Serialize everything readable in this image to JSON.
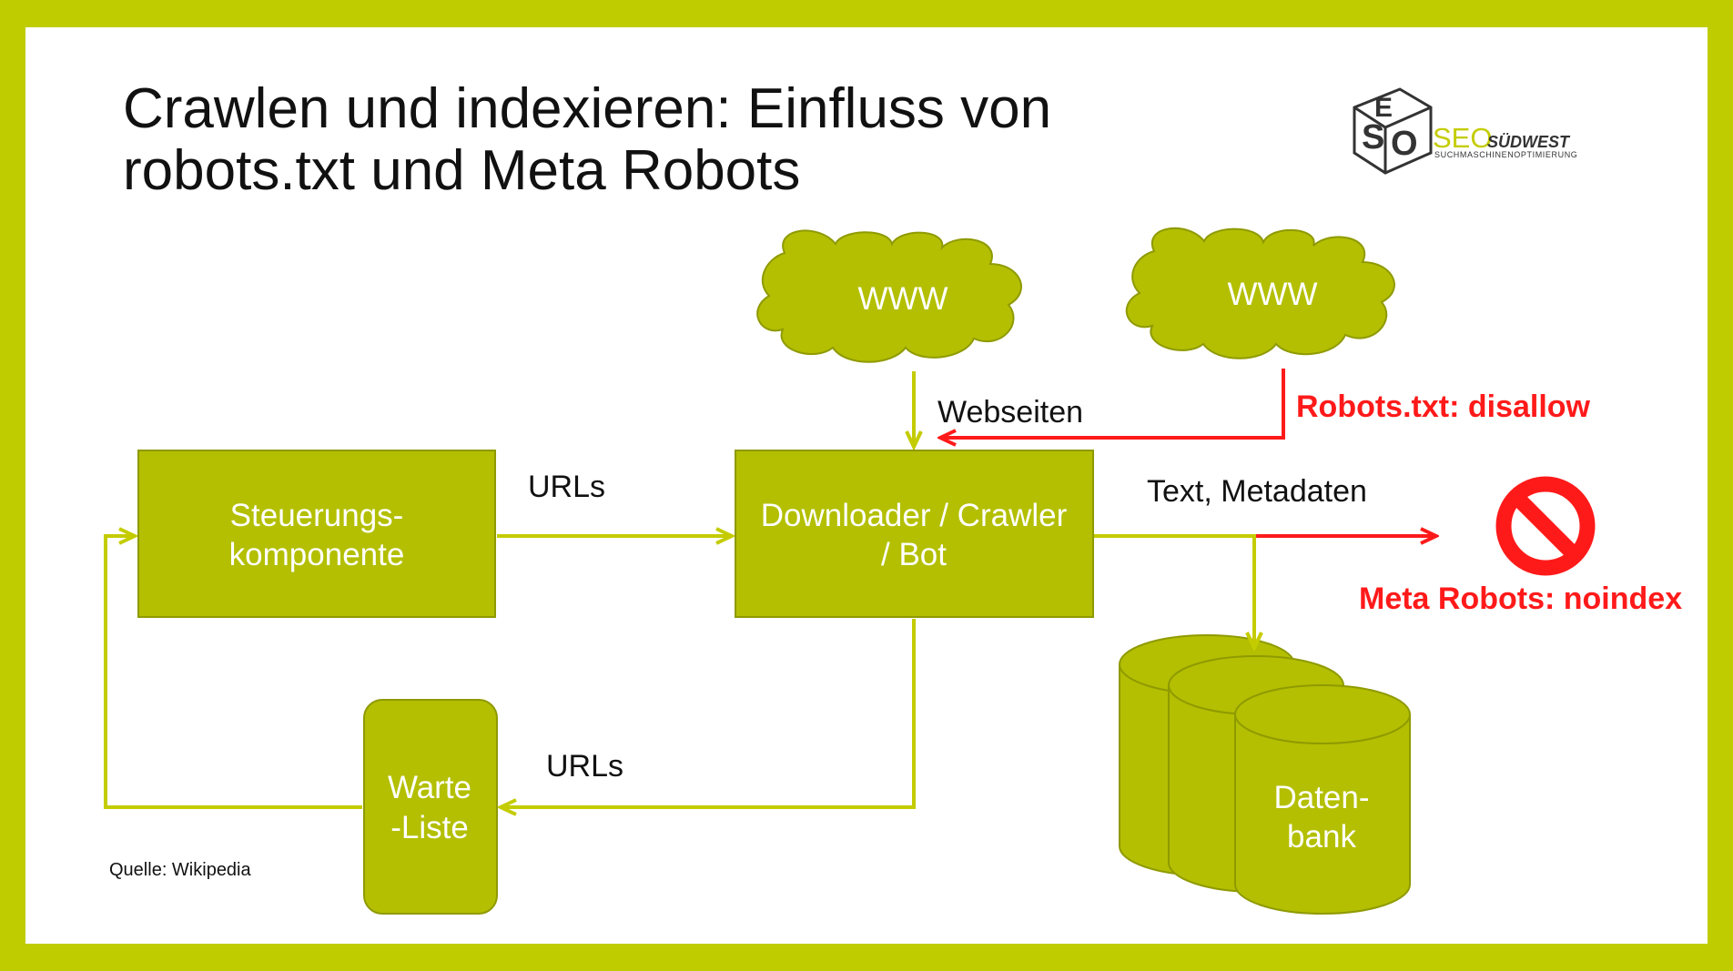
{
  "title": {
    "line1": "Crawlen und indexieren: Einfluss von",
    "line2": "robots.txt und Meta Robots"
  },
  "logo": {
    "seo": "SEO",
    "suedwest": "SÜDWEST",
    "subtitle": "SUCHMASCHINENOPTIMIERUNG"
  },
  "diagram": {
    "steuerung": {
      "line1": "Steuerungs-",
      "line2": "komponente"
    },
    "downloader": {
      "line1": "Downloader / Crawler",
      "line2": "/ Bot"
    },
    "warteliste": {
      "line1": "Warte",
      "line2": "-Liste"
    },
    "datenbank": {
      "line1": "Daten-",
      "line2": "bank"
    },
    "cloud1": "WWW",
    "cloud2": "WWW",
    "urls_top": "URLs",
    "urls_bottom": "URLs",
    "webseiten": "Webseiten",
    "text_metadaten": "Text, Metadaten",
    "robots_txt": "Robots.txt: disallow",
    "meta_robots": "Meta Robots: noindex"
  },
  "source": "Quelle: Wikipedia",
  "colors": {
    "border": "#bfcc00",
    "box_fill": "#b3bf00",
    "box_stroke": "#8f9a00",
    "arrow": "#c4cc00",
    "red": "#ff1a1a"
  }
}
